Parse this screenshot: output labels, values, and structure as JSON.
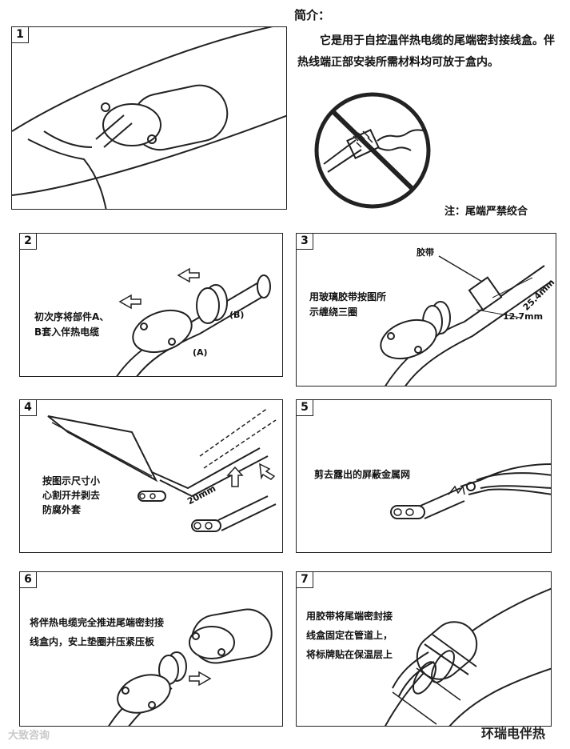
{
  "intro": {
    "title": "简介：",
    "body": "它是用于自控温伴热电缆的尾端密封接线盒。伴热线端正部安装所需材料均可放于盒内。",
    "note": "注：尾端严禁绞合"
  },
  "steps": [
    {
      "num": "1",
      "lines": []
    },
    {
      "num": "2",
      "lines": [
        "初次序将部件A、",
        "B套入伴热电缆"
      ],
      "part_a": "(A)",
      "part_b": "(B)"
    },
    {
      "num": "3",
      "lines": [
        "用玻璃胶带按图所",
        "示缠绕三圈"
      ],
      "tape": "胶带",
      "dim1": "25.4mm",
      "dim2": "12.7mm"
    },
    {
      "num": "4",
      "lines": [
        "按图示尺寸小",
        "心割开并剥去",
        "防腐外套"
      ],
      "dim": "20mm"
    },
    {
      "num": "5",
      "lines": [
        "剪去露出的屏蔽金属网"
      ]
    },
    {
      "num": "6",
      "lines": [
        "将伴热电缆完全推进尾端密封接",
        "线盒内，安上垫圈并压紧压板"
      ]
    },
    {
      "num": "7",
      "lines": [
        "用胶带将尾端密封接",
        "线盒固定在管道上，",
        "将标牌贴在保温层上"
      ]
    }
  ],
  "watermarks": {
    "left": "大致咨询",
    "right": "环瑞电伴热"
  }
}
